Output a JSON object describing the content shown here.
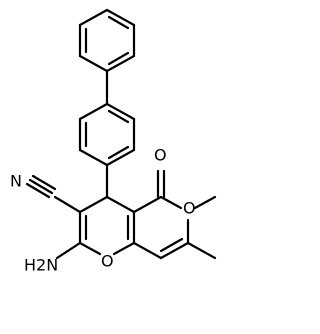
{
  "atom_labels": {
    "nitrile_n": "N",
    "carbonyl_o": "O",
    "ring_o_right": "O",
    "ring_o_bottom": "O",
    "amine": "H2N"
  }
}
